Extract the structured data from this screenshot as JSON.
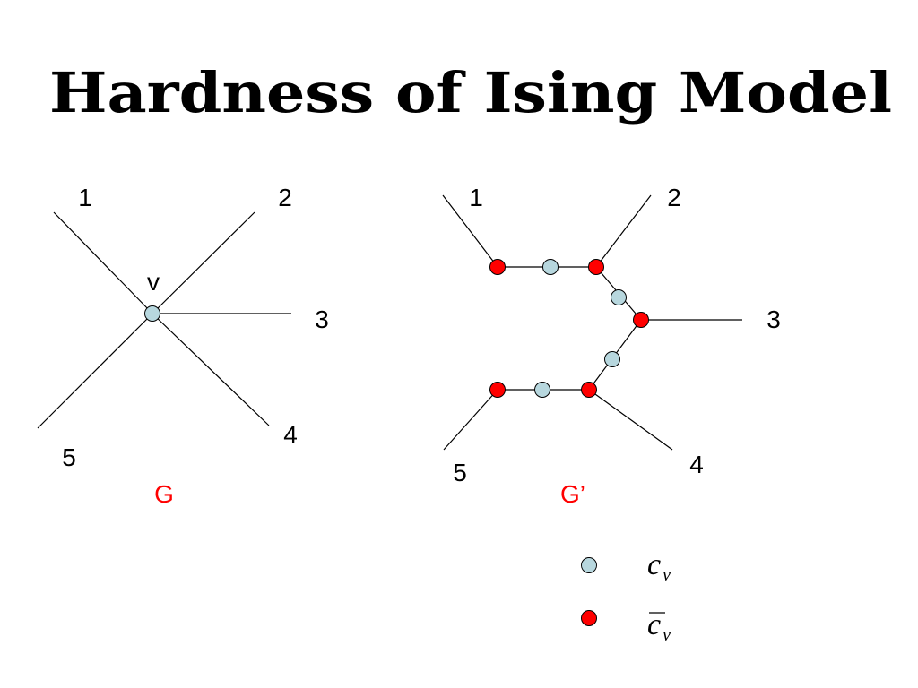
{
  "slide": {
    "title": "Hardness of Ising Model"
  },
  "graph_G": {
    "name": "G",
    "center_label": "v",
    "endpoint_labels": [
      "1",
      "2",
      "3",
      "4",
      "5"
    ]
  },
  "graph_G_prime": {
    "name": "G’",
    "endpoint_labels": [
      "1",
      "2",
      "3",
      "4",
      "5"
    ]
  },
  "legend": {
    "items": [
      {
        "symbol": "c",
        "subscript": "v",
        "overline": false,
        "color": "#b7d7de"
      },
      {
        "symbol": "c",
        "subscript": "v",
        "overline": true,
        "color": "#ff0000"
      }
    ]
  },
  "colors": {
    "node_light": "#b7d7de",
    "node_red": "#ff0000",
    "highlight_label": "#ff0000"
  }
}
